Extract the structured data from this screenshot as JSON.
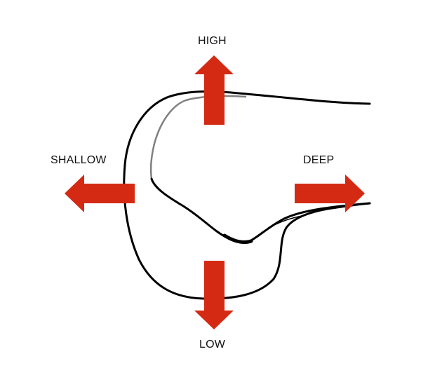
{
  "labels": {
    "high": "HIGH",
    "shallow": "SHALLOW",
    "deep": "DEEP",
    "low": "LOW"
  },
  "colors": {
    "arrow": "#d42a14",
    "outline": "#000000",
    "inner_highlight": "#808080",
    "background": "#ffffff"
  },
  "icons": {
    "up": "arrow-up-icon",
    "left": "arrow-left-icon",
    "right": "arrow-right-icon",
    "down": "arrow-down-icon"
  }
}
